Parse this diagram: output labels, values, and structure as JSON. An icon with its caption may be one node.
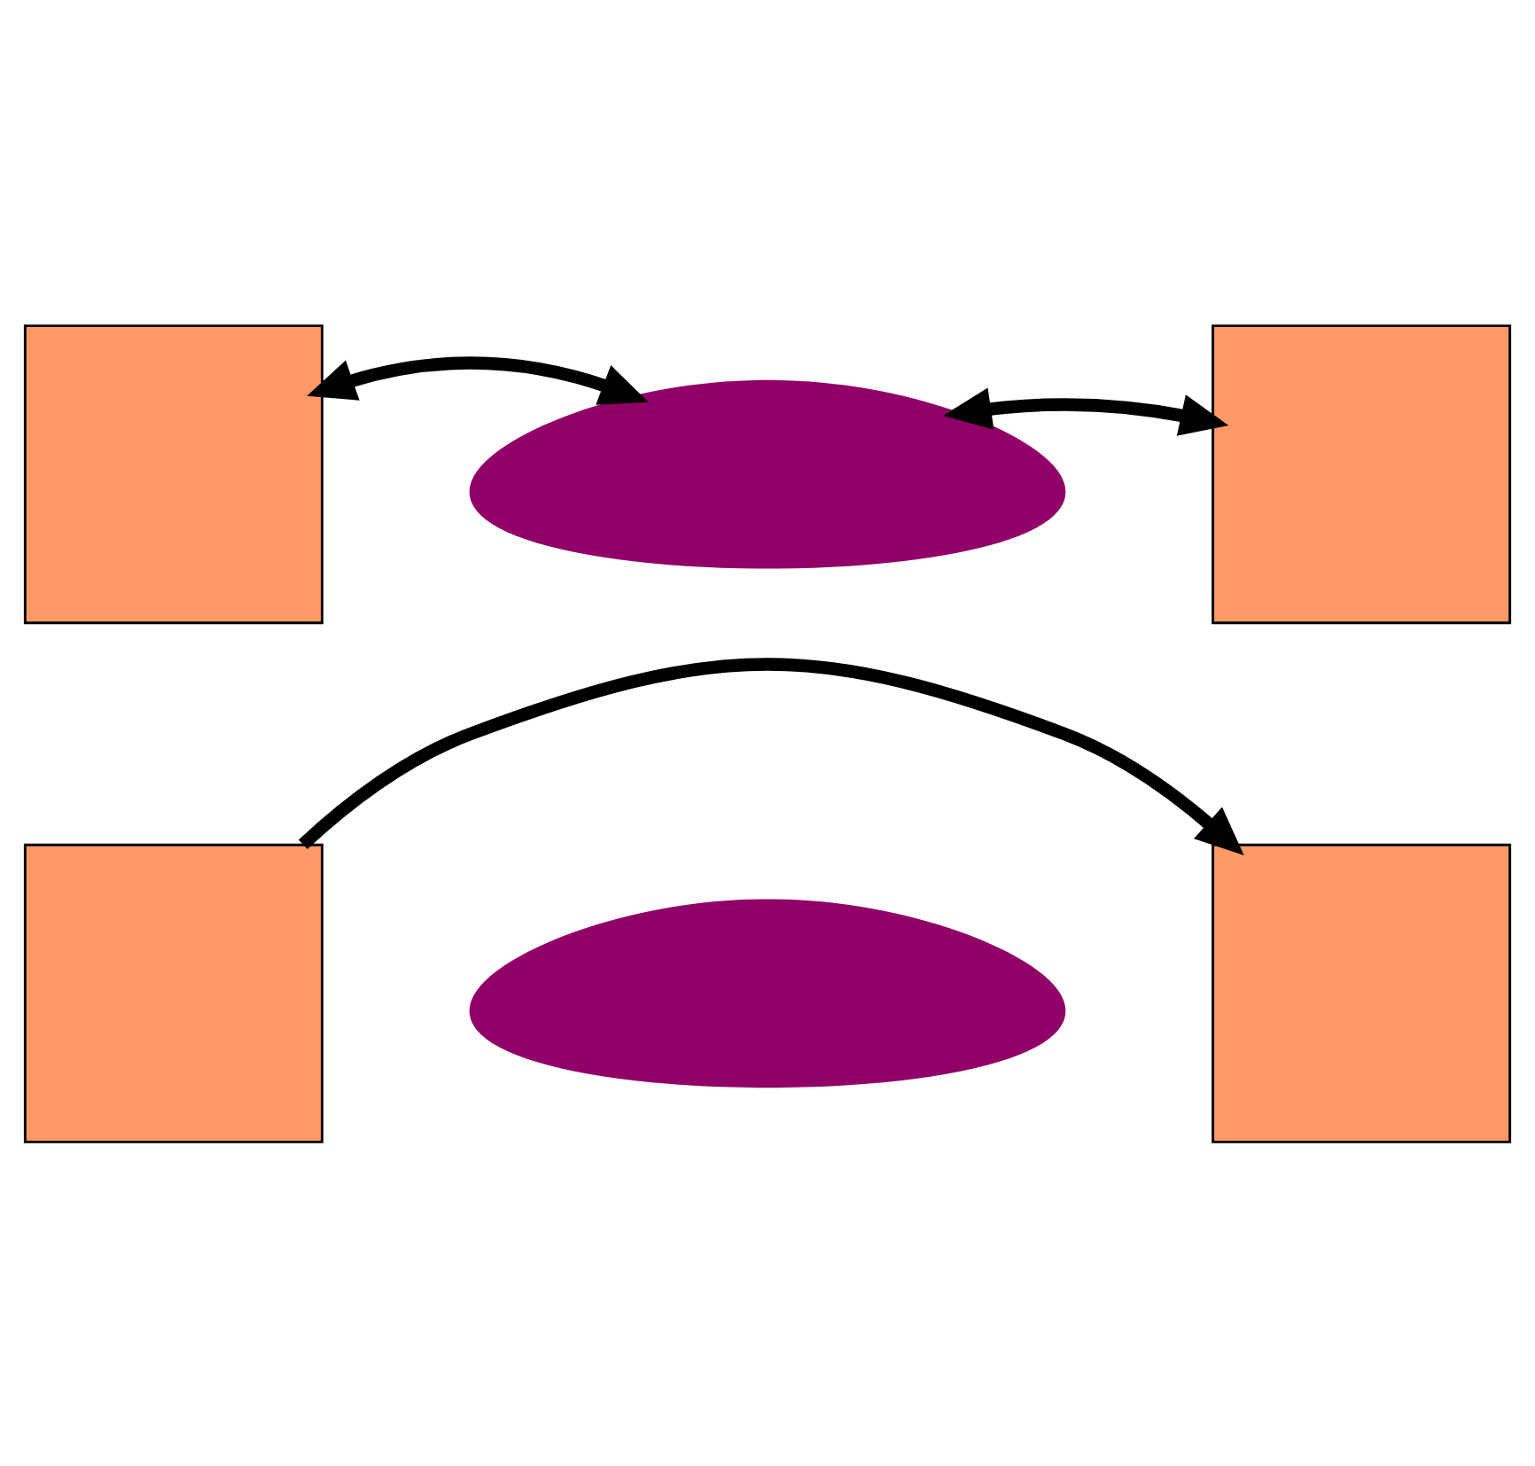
{
  "diagram": {
    "nodes": [
      {
        "text": [],
        "shape": "box"
      },
      {
        "text": [],
        "shape": "cloud"
      },
      {
        "text": [],
        "shape": "box"
      },
      {
        "text": [],
        "shape": "box"
      },
      {
        "text": [],
        "shape": "cloud"
      },
      {
        "text": [],
        "shape": "box"
      }
    ],
    "edges": [
      {
        "from": 0,
        "to": 1,
        "arrow": "both"
      },
      {
        "from": 1,
        "to": 2,
        "arrow": "both"
      },
      {
        "from": 3,
        "to": 5,
        "arrow": "to"
      }
    ]
  }
}
